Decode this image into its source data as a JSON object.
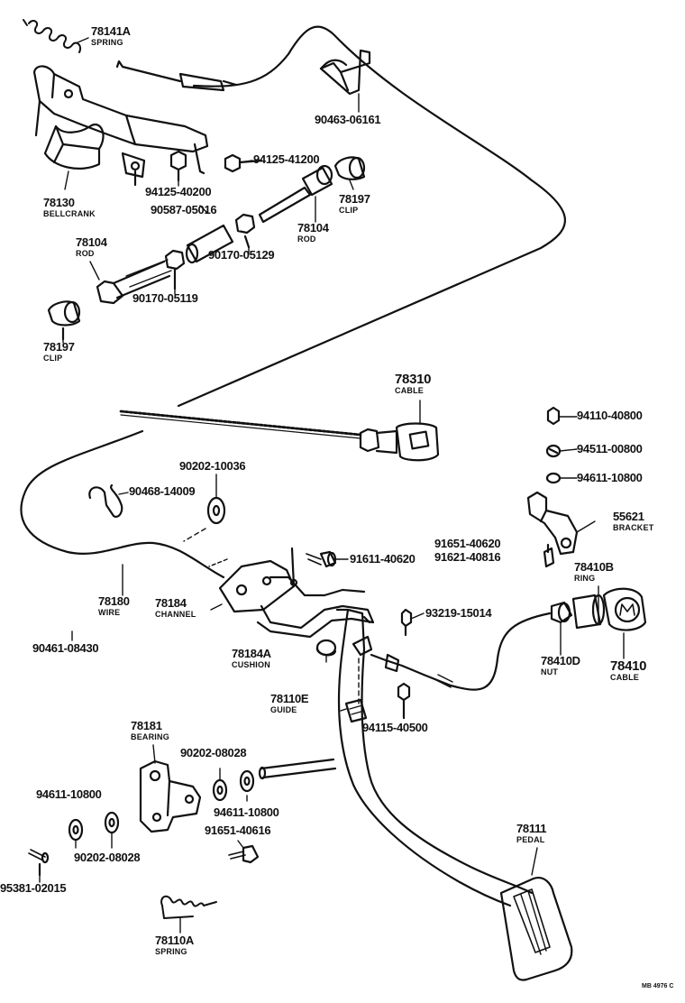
{
  "labels": {
    "p78141A": {
      "num": "78141A",
      "name": "SPRING"
    },
    "p90463_06161": {
      "num": "90463-06161"
    },
    "p94125_41200": {
      "num": "94125-41200"
    },
    "p78130": {
      "num": "78130",
      "name": "BELLCRANK"
    },
    "p94125_40200": {
      "num": "94125-40200"
    },
    "p90587_05016": {
      "num": "90587-05016"
    },
    "p78197_top": {
      "num": "78197",
      "name": "CLIP"
    },
    "p78104_right": {
      "num": "78104",
      "name": "ROD"
    },
    "p78104_left": {
      "num": "78104",
      "name": "ROD"
    },
    "p90170_05129": {
      "num": "90170-05129"
    },
    "p90170_05119": {
      "num": "90170-05119"
    },
    "p78197_left": {
      "num": "78197",
      "name": "CLIP"
    },
    "p78310": {
      "num": "78310",
      "name": "CABLE"
    },
    "p94110_40800": {
      "num": "94110-40800"
    },
    "p94511_00800": {
      "num": "94511-00800"
    },
    "p94611_10800_r": {
      "num": "94611-10800"
    },
    "p90202_10036": {
      "num": "90202-10036"
    },
    "p90468_14009": {
      "num": "90468-14009"
    },
    "p55621": {
      "num": "55621",
      "name": "BRACKET"
    },
    "p91651_40620": {
      "num": "91651-40620"
    },
    "p91621_40816": {
      "num": "91621-40816"
    },
    "p91611_40620": {
      "num": "91611-40620"
    },
    "p78410B": {
      "num": "78410B",
      "name": "RING"
    },
    "p78180": {
      "num": "78180",
      "name": "WIRE"
    },
    "p78184": {
      "num": "78184",
      "name": "CHANNEL"
    },
    "p93219_15014": {
      "num": "93219-15014"
    },
    "p90461_08430": {
      "num": "90461-08430"
    },
    "p78184A": {
      "num": "78184A",
      "name": "CUSHION"
    },
    "p78410D": {
      "num": "78410D",
      "name": "NUT"
    },
    "p78410": {
      "num": "78410",
      "name": "CABLE"
    },
    "p78110E": {
      "num": "78110E",
      "name": "GUIDE"
    },
    "p94115_40500": {
      "num": "94115-40500"
    },
    "p78181": {
      "num": "78181",
      "name": "BEARING"
    },
    "p90202_08028_top": {
      "num": "90202-08028"
    },
    "p94611_10800_l": {
      "num": "94611-10800"
    },
    "p94611_10800_m": {
      "num": "94611-10800"
    },
    "p91651_40616": {
      "num": "91651-40616"
    },
    "p90202_08028_bot": {
      "num": "90202-08028"
    },
    "p78111": {
      "num": "78111",
      "name": "PEDAL"
    },
    "p95381_02015": {
      "num": "95381-02015"
    },
    "p78110A": {
      "num": "78110A",
      "name": "SPRING"
    }
  },
  "footer": {
    "code": "MB 4976 C"
  }
}
